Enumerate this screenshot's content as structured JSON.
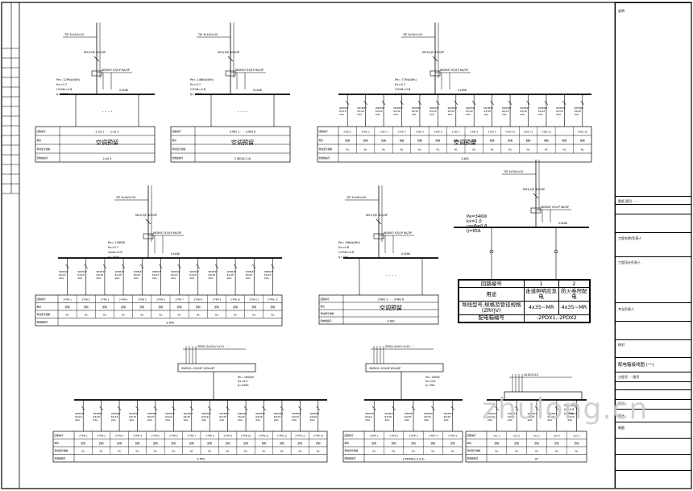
{
  "panels": [
    {
      "top_label": "TJP 3x16/1x10",
      "breaker": "NH1(S)E  400/3P",
      "calc": [
        "Pe= 129Kw(Wh)",
        "Kx=0.7",
        "COSΦ=0.8",
        "Ij=168A"
      ],
      "right_label": "WDM47 63/1P  6A/3P",
      "table_header": [
        "2-xS 1  ·  ·  ·  2-xS 3"
      ],
      "reserve": "空调预留",
      "footer": "2-xS 3"
    },
    {
      "top_label": "TJP 3x16/1x10",
      "breaker": "NH1(S)E  400/3P",
      "calc": [
        "Pe= 146Kw(Wh)",
        "Kx=0.7",
        "COSΦ=0.8",
        "Ij=191A"
      ],
      "right_label": "WDM47 63/1P  6A/3P",
      "table_header": [
        "3-WD 1  ·  ·  ·  3-WD 8"
      ],
      "reserve": "空调预留",
      "footer": "3 WD(N 2-4)"
    },
    {
      "top_label": "TJP 3x16/1x10",
      "breaker": "NH1(S)E  400/3P",
      "calc": [
        "Pe= 77Kw(Wh)",
        "Kx=0.7",
        "COSΦ=0.8",
        "Ij=174A"
      ],
      "right_label": "WDM47 63/1P  6A/3P",
      "table_header": [
        "3-WD 1",
        "3-WD 2",
        "3-WD 3",
        "3-WD 4",
        "3-WD 5",
        "3-WD 6",
        "3-WD 7",
        "3-WD 8",
        "3-WD 9",
        "3-WD 10",
        "3-WD 11",
        "3-WD 12",
        "·  ·  ·",
        "3-WD 16"
      ],
      "reserve": "空调预留",
      "footer": "3-WD"
    },
    {
      "top_label": "TJP 3x16/1x10",
      "breaker": "NH1(S)E  400/3P",
      "calc": [
        "Pe= 126KW",
        "Kx=0.7",
        "cosΦ=0.8",
        "Ij=164A"
      ],
      "right_label": "WDM47 63/1P  6A/3P",
      "table_header": [
        "3-TPN 1",
        "3-TPN 2",
        "3-TPN 3",
        "3-TPN 4",
        "3-TPN 5",
        "3-TPN 6",
        "3-TPN 7",
        "3-TPN 8",
        "3-TPN 9",
        "3-TPN 10",
        "3-TPN 11",
        "3-TPN 12"
      ],
      "reserve": "",
      "footer": "3-TPN"
    },
    {
      "top_label": "TJP 3x16/1x10",
      "breaker": "NH1(S)E  400/3P",
      "calc": [
        "Pe= 56Kw(Wh)",
        "Kx=0.8",
        "COSΦ=0.8",
        "Ij=16A"
      ],
      "right_label": "WDM47 63/1P  6A/3P",
      "table_header": [
        "3-WD 1  ·  ·  ·  3-WD 8"
      ],
      "reserve": "空调预留",
      "footer": "3 WD"
    },
    {
      "top_label": "TJP 3x16/1x10",
      "breaker": "NH1(S)E  400/3P",
      "calc": [
        "Pe=34KW",
        "kx=1.0",
        "cosΦ=0.8",
        "Ij=65A"
      ],
      "right_label": "WDM47 63/1P  6A/3P",
      "table_header": [],
      "reserve": "",
      "footer": ""
    },
    {
      "top_label": "ZRYJV-3x120+2x70  ·  ·  ·",
      "breaker": "SWDQ1-100/4P  100A/4P",
      "calc": [
        "Pe= 180kW",
        "Kx=0.5",
        "Ij=330A"
      ],
      "right_label": "",
      "table_header": [
        "3-TPN 1",
        "3-TPN 2",
        "3-TPN 3",
        "3-TPN 4",
        "3-TPN 5",
        "3-TPN 6",
        "3-TPN 7",
        "3-TPN 8",
        "3-TPN 9",
        "3-TPN 10",
        "3-TPN 11",
        "3-TPN 12",
        "3-TPN 13",
        "3-TPN 14"
      ],
      "reserve": "",
      "footer": "3-TPN"
    },
    {
      "top_label": "ZRYJV-3x50+2x25  ·  ·  ·",
      "breaker": "SWDQ1-100/4P  63A/4P",
      "calc": [
        "Pe= 40kW",
        "Kx=0.8",
        "Ij=76A"
      ],
      "right_label": "",
      "table_header": [
        "3-PDP 1",
        "3-PDP 2",
        "3-PDP 3",
        "3-PDP 4",
        "3-PDP 5"
      ],
      "reserve": "",
      "footer": "3-PDPN(3,3,3,3)"
    },
    {
      "top_label": "4x16/1x10",
      "breaker": "",
      "calc": [
        "Pe= 40kW",
        "Kx=0.8",
        "Ij=71A"
      ],
      "right_label": "",
      "table_header": [
        "ALS 1",
        "ALS 2",
        "ALS 3",
        "ALS 4",
        "ALS 5"
      ],
      "reserve": "",
      "footer": "AT"
    }
  ],
  "legend": {
    "row1": [
      "回路编号",
      "1",
      "2"
    ],
    "row2": [
      "用途",
      "走道照明应急电",
      "防火卷帘配电"
    ],
    "row3": [
      "导线型号,规格及管径规格(ZRYJV)",
      "4x35~MR",
      "4x35~MR"
    ],
    "row4": [
      "配电箱编号",
      "-2PDX1,-2PDX2"
    ]
  },
  "title_block": {
    "rows": [
      "说明",
      "图纸  图号  ·  ·  ·",
      "工程名称/负责人",
      "工程设计负责人",
      "专业负责人",
      "校对",
      "配电箱接线图 (一)",
      "工程号  ·  ·  图号",
      "审核",
      "设计",
      "制图"
    ],
    "drawing_title": "配电箱接线图 (一)"
  },
  "watermark": "zhulong.cn"
}
